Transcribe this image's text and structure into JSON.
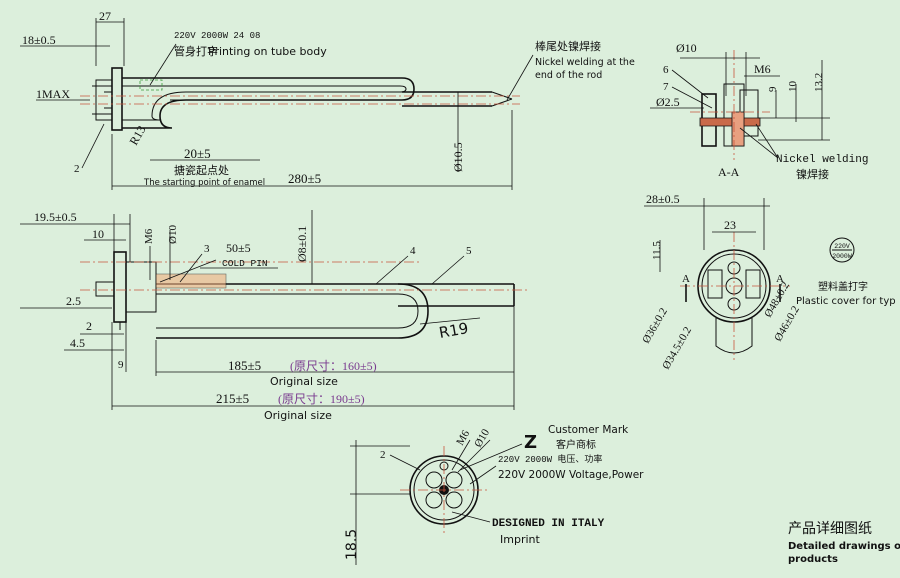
{
  "top_view": {
    "dim_27": "27",
    "dim_18": "18±0.5",
    "print_spec": "220V 2000W  24  08",
    "print_cn": "管身打字",
    "print_en": "Printing on tube body",
    "nickel_cn": "棒尾处镍焊接",
    "nickel_en1": "Nickel welding at the",
    "nickel_en2": "end of the rod",
    "one_max": "1MAX",
    "r13": "R13",
    "dia_10_5": "Ø10.5",
    "callout_2": "2",
    "dim_20": "20±5",
    "enamel_cn": "搪瓷起点处",
    "enamel_en": "The starting point of enamel",
    "dim_280": "280±5"
  },
  "section_aa": {
    "dia_10": "Ø10",
    "label_6": "6",
    "label_7": "7",
    "m6": "M6",
    "dia_2_5": "Ø2.5",
    "dim_9": "9",
    "dim_10": "10",
    "dim_13_2": "13.2",
    "title": "A-A",
    "nickel_en": "Nickel welding",
    "nickel_cn": "镍焊接"
  },
  "side_view": {
    "dim_19_5": "19.5±0.5",
    "dim_10": "10",
    "m6": "M6",
    "dia_10": "Ø10",
    "callout_3": "3",
    "dim_50": "50±5",
    "cold_pin": "COLD PIN",
    "dia_8": "Ø8±0.1",
    "callout_4": "4",
    "callout_5": "5",
    "dim_2_5": "2.5",
    "dim_2": "2",
    "dim_4_5": "4.5",
    "dim_9": "9",
    "r19": "R19",
    "dim_185": "185±5",
    "orig_160": "(原尺寸：160±5)",
    "orig_label_1": "Original size",
    "dim_215": "215±5",
    "orig_190": "(原尺寸：190±5)",
    "orig_label_2": "Original size"
  },
  "end_view": {
    "dim_28": "28±0.5",
    "dim_23": "23",
    "dim_11_5": "11.5",
    "a_left": "A",
    "a_right": "A",
    "dia_36": "Ø36±0.2",
    "dia_34_5": "Ø34.5±0.2",
    "dia_48": "Ø48±0.2",
    "dia_46": "Ø46±0.2",
    "badge_volt": "220V",
    "badge_watt": "2000W",
    "cover_cn": "塑料盖打字",
    "cover_en": "Plastic cover for typ"
  },
  "bottom_view": {
    "m6": "M6",
    "dia_10": "Ø10",
    "callout_2": "2",
    "dim_18_5": "18.5",
    "logo": "Z",
    "cust_en": "Customer Mark",
    "cust_cn": "客户商标",
    "volt_spec": "220V 2000W 电压、功率",
    "volt_en": "220V 2000W Voltage,Power",
    "designed": "DESIGNED IN ITALY",
    "imprint": "Imprint"
  },
  "footer": {
    "cn": "产品详细图纸",
    "en1": "Detailed drawings of",
    "en2": "products"
  },
  "colors": {
    "background": "#dcefdc",
    "line": "#111111",
    "centerline": "#c8553d",
    "annotation": "#7a3b8f"
  }
}
